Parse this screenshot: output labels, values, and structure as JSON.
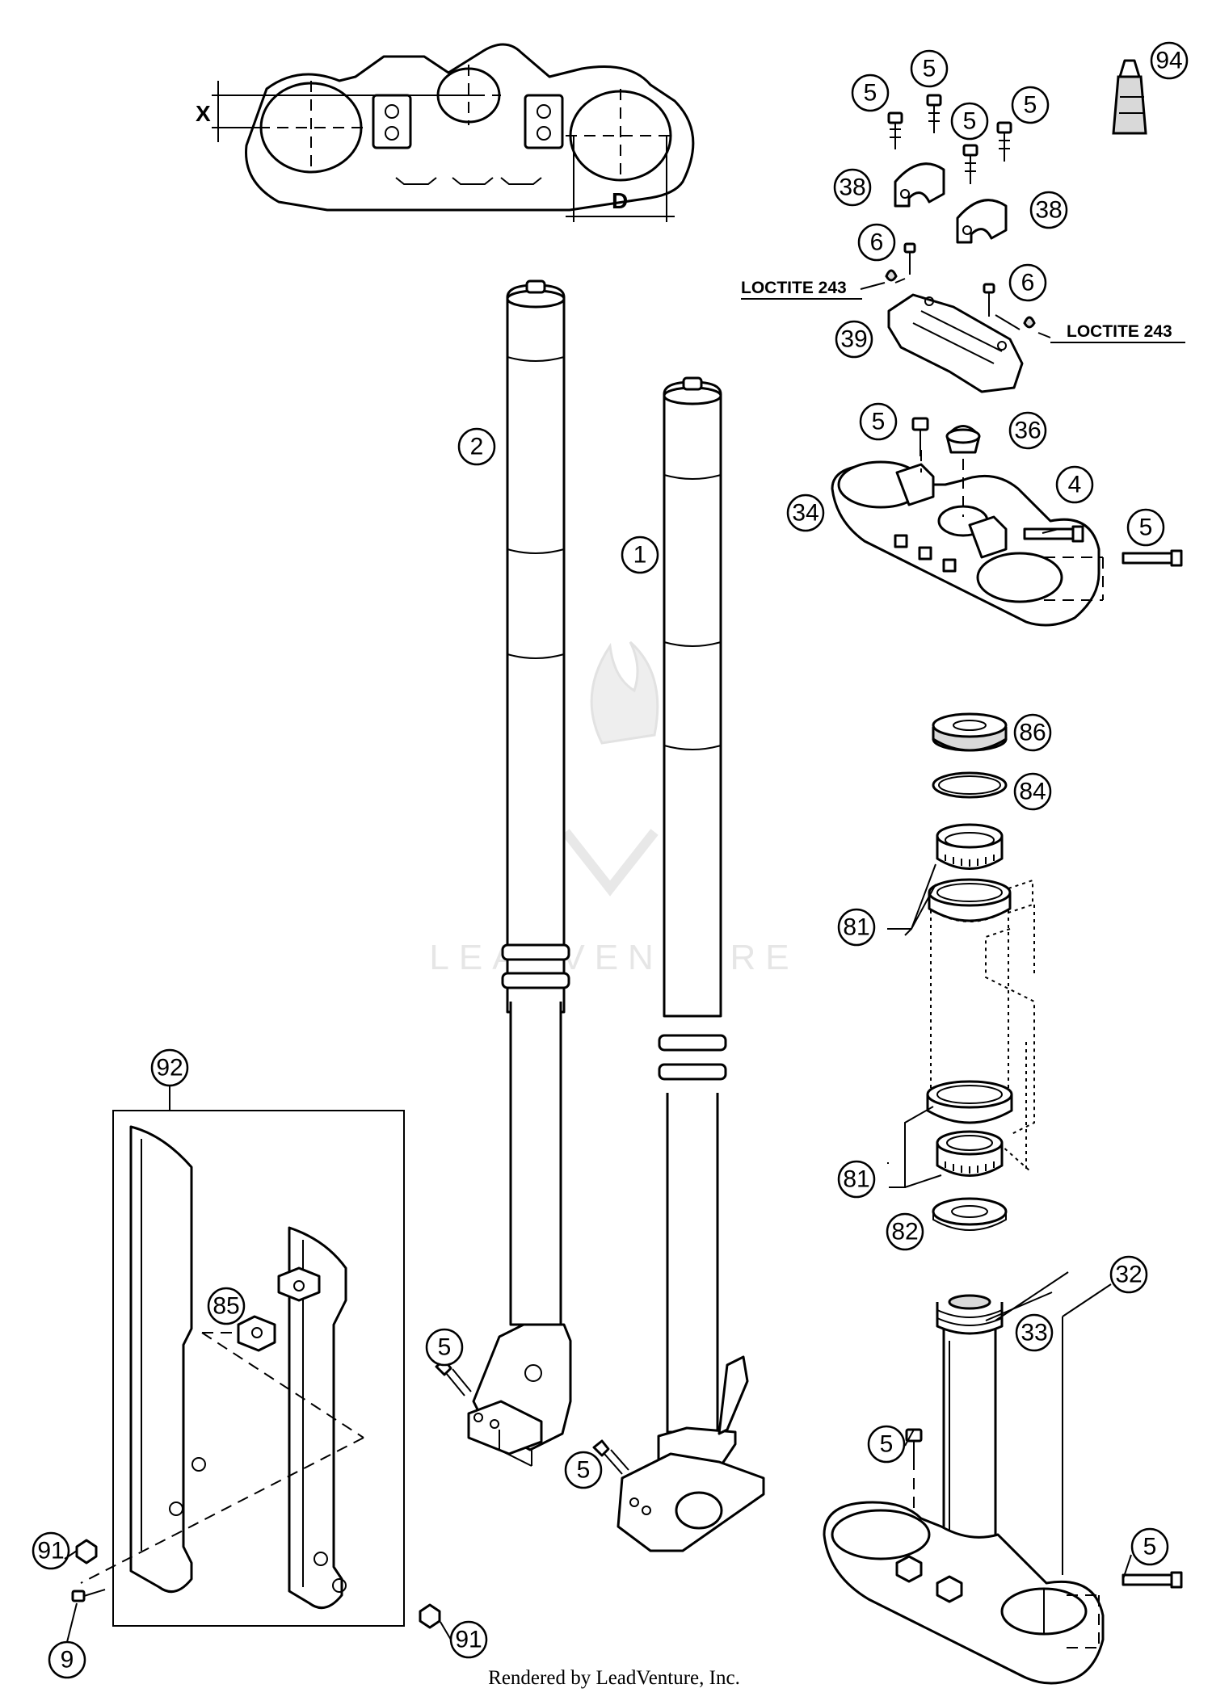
{
  "watermark": {
    "text": "LEADVENTURE"
  },
  "footer": {
    "text": "Rendered by LeadVenture, Inc."
  },
  "dimensions": {
    "x_label": "X",
    "d_label": "D"
  },
  "loctite": {
    "left": "LOCTITE 243",
    "right": "LOCTITE 243"
  },
  "callouts": {
    "c94": "94",
    "c5_a": "5",
    "c5_b": "5",
    "c5_c": "5",
    "c5_d": "5",
    "c38_a": "38",
    "c38_b": "38",
    "c6_a": "6",
    "c6_b": "6",
    "c39": "39",
    "c2": "2",
    "c1": "1",
    "c5_e": "5",
    "c36": "36",
    "c34": "34",
    "c4": "4",
    "c5_f": "5",
    "c86": "86",
    "c84": "84",
    "c81_a": "81",
    "c81_b": "81",
    "c82": "82",
    "c92": "92",
    "c85": "85",
    "c5_g": "5",
    "c5_h": "5",
    "c32": "32",
    "c33": "33",
    "c5_i": "5",
    "c5_j": "5",
    "c91_a": "91",
    "c91_b": "91",
    "c9": "9"
  }
}
